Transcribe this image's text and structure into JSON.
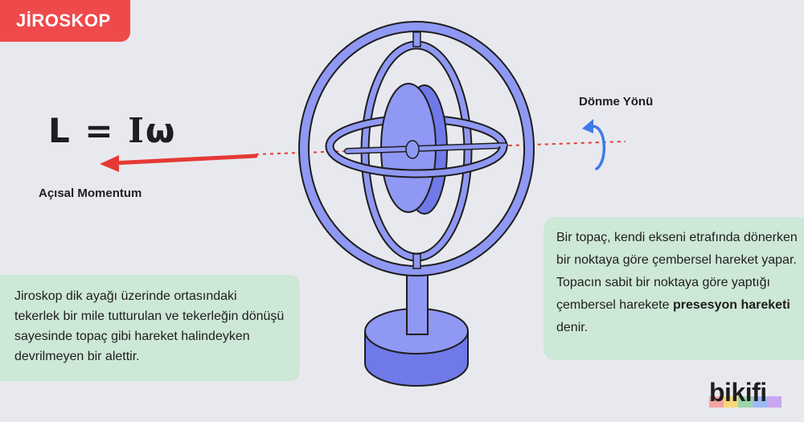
{
  "header": {
    "title": "JİROSKOP"
  },
  "formula": {
    "L": "L",
    "eq": "=",
    "I": "I",
    "omega": "ω"
  },
  "labels": {
    "angular_momentum": "Açısal Momentum",
    "rotation_direction": "Dönme Yönü"
  },
  "left_box": {
    "text": "Jiroskop dik ayağı üzerinde ortasındaki tekerlek bir mile tutturulan ve tekerleğin dönüşü sayesinde topaç gibi hareket halindeyken devrilmeyen bir alettir."
  },
  "right_box": {
    "text_before": "Bir topaç, kendi ekseni etrafında dönerken bir noktaya göre çembersel hareket yapar. Topacın sabit bir noktaya göre yaptığı çembersel harekete ",
    "bold": "presesyon hareketi",
    "text_after": " denir."
  },
  "logo": {
    "text": "bikifi"
  },
  "colors": {
    "tag_red": "#ef4a4b",
    "arrow_red": "#e53935",
    "accent_blue": "#3e7be8",
    "gyro_fill": "#8f98f3",
    "rotor_fill": "#6f7ae8",
    "box_green": "#cde8d6",
    "background": "#e8e9ee"
  }
}
